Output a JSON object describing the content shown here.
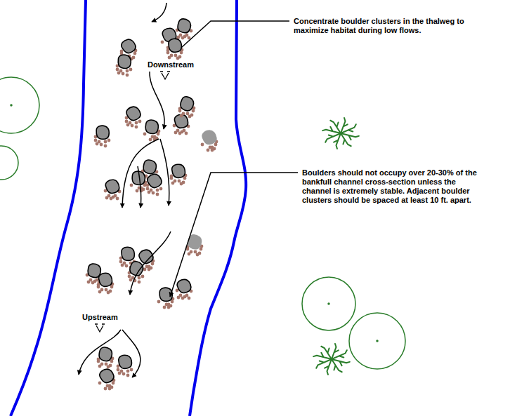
{
  "diagram": {
    "labels": [
      "Concentrate boulder clusters in the thalweg to maximize habitat during low flows.",
      "Downstream",
      "Boulders should not occupy over 20-30% of the bankfull channel cross-section unless the channel is extremely stable. Adjacent boulder clusters should be spaced at least 10 ft. apart.",
      "Upstream"
    ]
  }
}
